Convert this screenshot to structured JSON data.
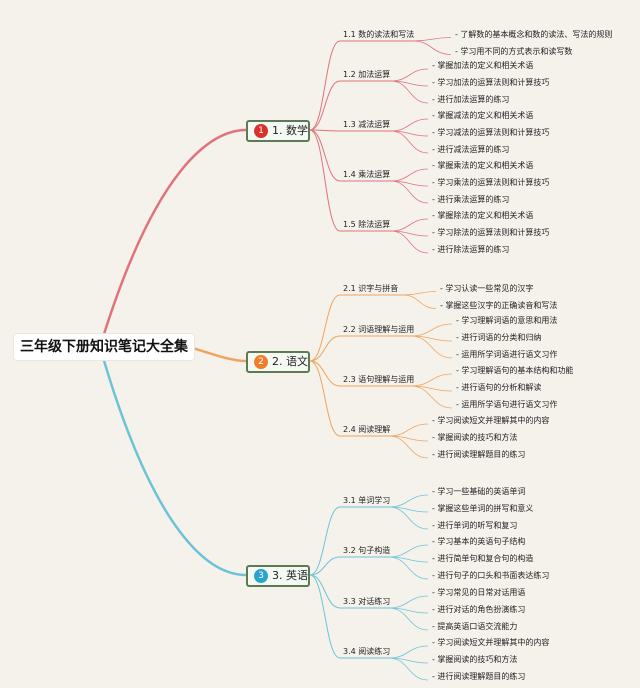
{
  "root": {
    "title": "三年级下册知识笔记大全集"
  },
  "colors": {
    "math": "#e0737a",
    "chinese": "#f0a35e",
    "english": "#6cc3d8",
    "math_badge": "#d9322c",
    "chinese_badge": "#ef7d2b",
    "english_badge": "#2aa4cf"
  },
  "branches": [
    {
      "badge": "1",
      "label": "1. 数学",
      "color_key": "math",
      "children": [
        {
          "label": "1.1 数的读法和写法",
          "items": [
            "- 了解数的基本概念和数的读法、写法的规则",
            "- 学习用不同的方式表示和读写数"
          ]
        },
        {
          "label": "1.2 加法运算",
          "items": [
            "- 掌握加法的定义和相关术语",
            "- 学习加法的运算法则和计算技巧",
            "- 进行加法运算的练习"
          ]
        },
        {
          "label": "1.3 减法运算",
          "items": [
            "- 掌握减法的定义和相关术语",
            "- 学习减法的运算法则和计算技巧",
            "- 进行减法运算的练习"
          ]
        },
        {
          "label": "1.4 乘法运算",
          "items": [
            "- 掌握乘法的定义和相关术语",
            "- 学习乘法的运算法则和计算技巧",
            "- 进行乘法运算的练习"
          ]
        },
        {
          "label": "1.5 除法运算",
          "items": [
            "- 掌握除法的定义和相关术语",
            "- 学习除法的运算法则和计算技巧",
            "- 进行除法运算的练习"
          ]
        }
      ]
    },
    {
      "badge": "2",
      "label": "2. 语文",
      "color_key": "chinese",
      "children": [
        {
          "label": "2.1 识字与拼音",
          "items": [
            "- 学习认读一些常见的汉字",
            "- 掌握这些汉字的正确读音和写法"
          ]
        },
        {
          "label": "2.2 词语理解与运用",
          "items": [
            "- 学习理解词语的意思和用法",
            "- 进行词语的分类和归纳",
            "- 运用所学词语进行语文习作"
          ]
        },
        {
          "label": "2.3 语句理解与运用",
          "items": [
            "- 学习理解语句的基本结构和功能",
            "- 进行语句的分析和解读",
            "- 运用所学语句进行语文习作"
          ]
        },
        {
          "label": "2.4 阅读理解",
          "items": [
            "- 学习阅读短文并理解其中的内容",
            "- 掌握阅读的技巧和方法",
            "- 进行阅读理解题目的练习"
          ]
        }
      ]
    },
    {
      "badge": "3",
      "label": "3. 英语",
      "color_key": "english",
      "children": [
        {
          "label": "3.1 单词学习",
          "items": [
            "- 学习一些基础的英语单词",
            "- 掌握这些单词的拼写和意义",
            "- 进行单词的听写和复习"
          ]
        },
        {
          "label": "3.2 句子构造",
          "items": [
            "- 学习基本的英语句子结构",
            "- 进行简单句和复合句的构造",
            "- 进行句子的口头和书面表达练习"
          ]
        },
        {
          "label": "3.3 对话练习",
          "items": [
            "- 学习常见的日常对话用语",
            "- 进行对话的角色扮演练习",
            "- 提高英语口语交流能力"
          ]
        },
        {
          "label": "3.4 阅读练习",
          "items": [
            "- 学习阅读短文并理解其中的内容",
            "- 掌握阅读的技巧和方法",
            "- 进行阅读理解题目的练习"
          ]
        }
      ]
    }
  ]
}
